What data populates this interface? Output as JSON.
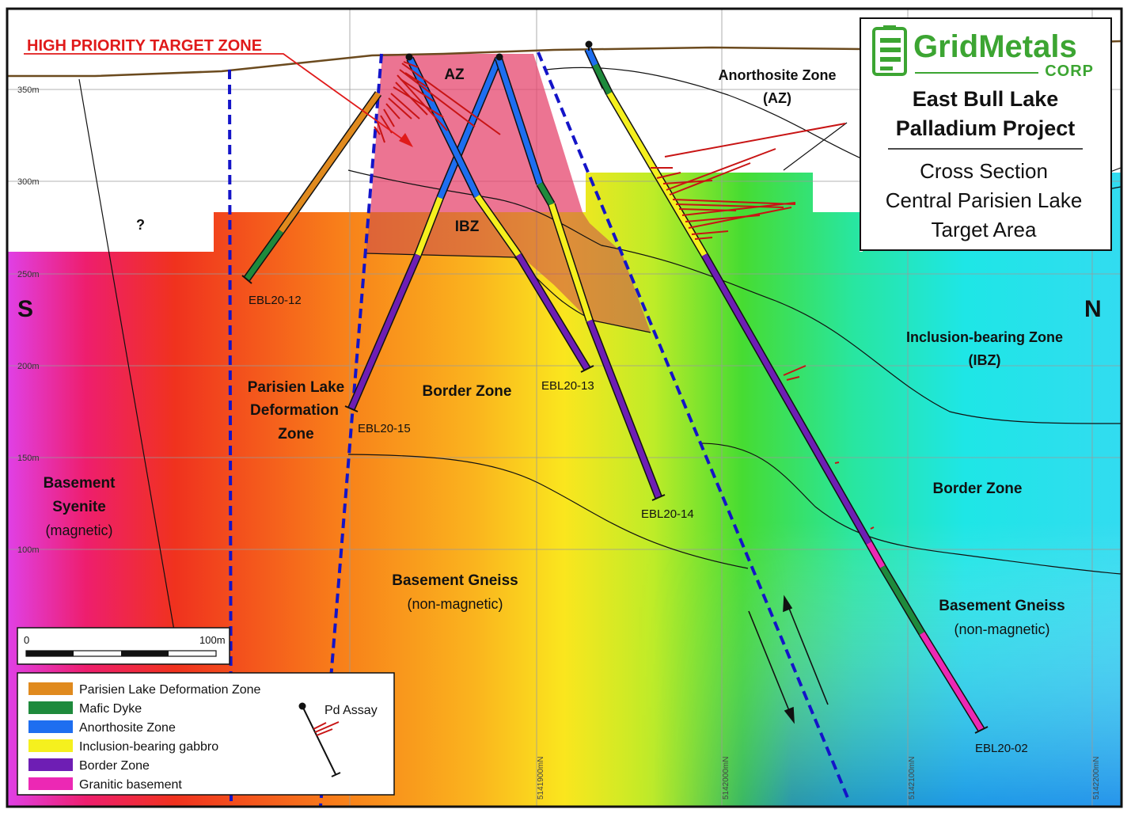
{
  "priority_label": "HIGH PRIORITY TARGET ZONE",
  "direction": {
    "south": "S",
    "north": "N"
  },
  "elevations": [
    "350m",
    "300m",
    "250m",
    "200m",
    "150m",
    "100m"
  ],
  "northings": [
    "5141900mN",
    "5142000mN",
    "5142100mN",
    "5142200mN"
  ],
  "question_mark": "?",
  "zones": {
    "az_short": "AZ",
    "ibz_short": "IBZ",
    "anorthosite": [
      "Anorthosite Zone",
      "(AZ)"
    ],
    "inclusion": [
      "Inclusion-bearing Zone",
      "(IBZ)"
    ],
    "border_center": "Border Zone",
    "border_right": "Border Zone",
    "parisien": [
      "Parisien Lake",
      "Deformation",
      "Zone"
    ],
    "syenite": [
      "Basement",
      "Syenite",
      "(magnetic)"
    ],
    "gneiss_center": [
      "Basement Gneiss",
      "(non-magnetic)"
    ],
    "gneiss_right": [
      "Basement Gneiss",
      "(non-magnetic)"
    ]
  },
  "holes": [
    "EBL20-12",
    "EBL20-15",
    "EBL20-13",
    "EBL20-14",
    "EBL20-02"
  ],
  "title_box": {
    "logo_main": "GridMetals",
    "logo_sub": "CORP",
    "project": [
      "East Bull Lake",
      "Palladium Project"
    ],
    "subtitle": [
      "Cross Section",
      "Central Parisien Lake",
      "Target Area"
    ]
  },
  "scale_bar": {
    "start": "0",
    "end": "100m"
  },
  "legend": {
    "items": [
      {
        "label": "Parisien Lake Deformation Zone",
        "color": "#e08a1e"
      },
      {
        "label": "Mafic Dyke",
        "color": "#1e8a3c"
      },
      {
        "label": "Anorthosite Zone",
        "color": "#1e6ef0"
      },
      {
        "label": "Inclusion-bearing gabbro",
        "color": "#f5f01e"
      },
      {
        "label": "Border Zone",
        "color": "#6e1eb4"
      },
      {
        "label": "Granitic basement",
        "color": "#ec28b4"
      }
    ],
    "pd_assay": "Pd Assay"
  },
  "colors": {
    "target_zone": "#e6466e",
    "fault": "#1414c8",
    "assay": "#c81414",
    "topo": "#6b4a1e",
    "logo_green": "#3ca532",
    "priority_red": "#e01a1a"
  }
}
